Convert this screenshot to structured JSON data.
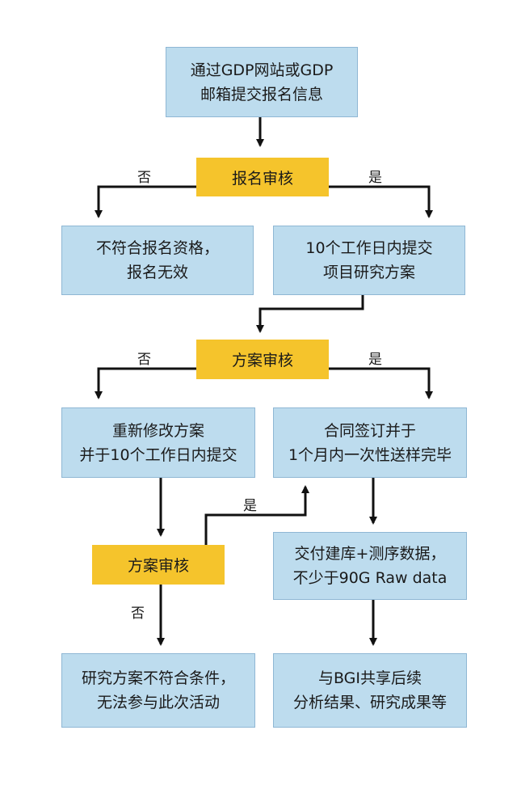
{
  "nodes": {
    "submit_info": {
      "line1": "通过GDP网站或GDP",
      "line2": "邮箱提交报名信息"
    },
    "review_registration": {
      "label": "报名审核"
    },
    "not_eligible": {
      "line1": "不符合报名资格，",
      "line2": "报名无效"
    },
    "submit_plan": {
      "line1": "10个工作日内提交",
      "line2": "项目研究方案"
    },
    "review_plan_1": {
      "label": "方案审核"
    },
    "revise_plan": {
      "line1": "重新修改方案",
      "line2": "并于10个工作日内提交"
    },
    "sign_contract": {
      "line1": "合同签订并于",
      "line2": "1个月内一次性送样完毕"
    },
    "review_plan_2": {
      "label": "方案审核"
    },
    "deliver_data": {
      "line1": "交付建库+测序数据，",
      "line2": "不少于90G Raw data"
    },
    "plan_rejected": {
      "line1": "研究方案不符合条件，",
      "line2": "无法参与此次活动"
    },
    "share_results": {
      "line1": "与BGI共享后续",
      "line2": "分析结果、研究成果等"
    }
  },
  "edge_labels": {
    "reg_no": "否",
    "reg_yes": "是",
    "plan1_no": "否",
    "plan1_yes": "是",
    "plan2_yes": "是",
    "plan2_no": "否"
  },
  "colors": {
    "process_fill": "#bddcee",
    "process_border": "#8fb7d4",
    "decision_fill": "#f5c42c",
    "connector": "#111111"
  }
}
